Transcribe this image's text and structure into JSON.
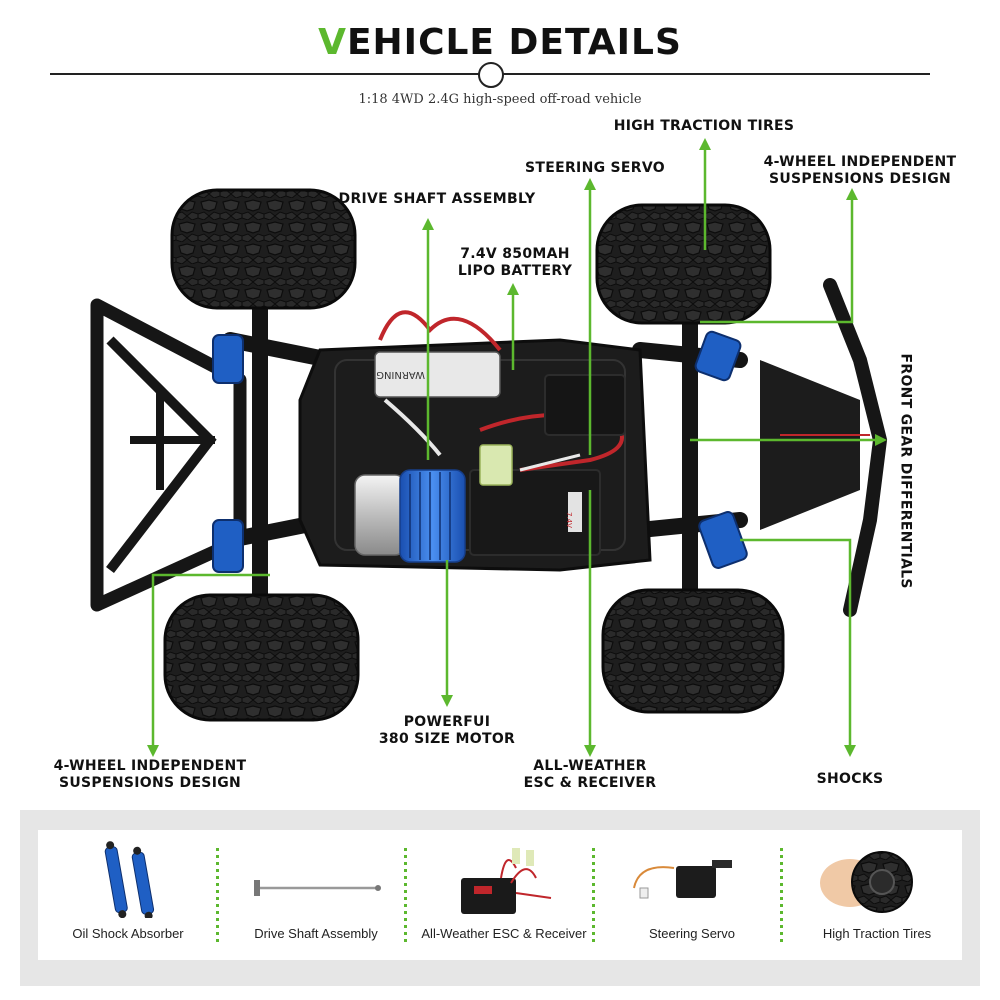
{
  "header": {
    "title_first": "V",
    "title_rest": "EHICLE DETAILS",
    "subtitle": "1:18 4WD 2.4G high-speed off-road vehicle"
  },
  "callouts": {
    "high_traction_tires": "HIGH TRACTION TIRES",
    "steering_servo": "STEERING SERVO",
    "suspension_right_1": "4-WHEEL INDEPENDENT",
    "suspension_right_2": "SUSPENSIONS DESIGN",
    "drive_shaft": "DRIVE SHAFT ASSEMBLY",
    "battery_1": "7.4V 850MAH",
    "battery_2": "LIPO BATTERY",
    "front_gear": "FRONT GEAR DIFFERENTIALS",
    "motor_1": "POWERFUI",
    "motor_2": "380 SIZE MOTOR",
    "suspension_left_1": "4-WHEEL INDEPENDENT",
    "suspension_left_2": "SUSPENSIONS DESIGN",
    "esc_1": "ALL-WEATHER",
    "esc_2": "ESC & RECEIVER",
    "shocks": "SHOCKS"
  },
  "chassis_labels": {
    "warning": "WARNING",
    "esc_sticker": "7.4V"
  },
  "parts": [
    {
      "label": "Oil Shock Absorber",
      "icon": "shock-absorber-icon"
    },
    {
      "label": "Drive Shaft Assembly",
      "icon": "drive-shaft-icon"
    },
    {
      "label": "All-Weather ESC & Receiver",
      "icon": "esc-receiver-icon"
    },
    {
      "label": "Steering Servo",
      "icon": "steering-servo-icon"
    },
    {
      "label": "High Traction Tires",
      "icon": "tire-icon"
    }
  ],
  "colors": {
    "accent_green": "#5cb82e",
    "chassis": "#1c1c1c",
    "shock_blue": "#1f5fc4",
    "strip_gray": "#e6e6e6"
  }
}
